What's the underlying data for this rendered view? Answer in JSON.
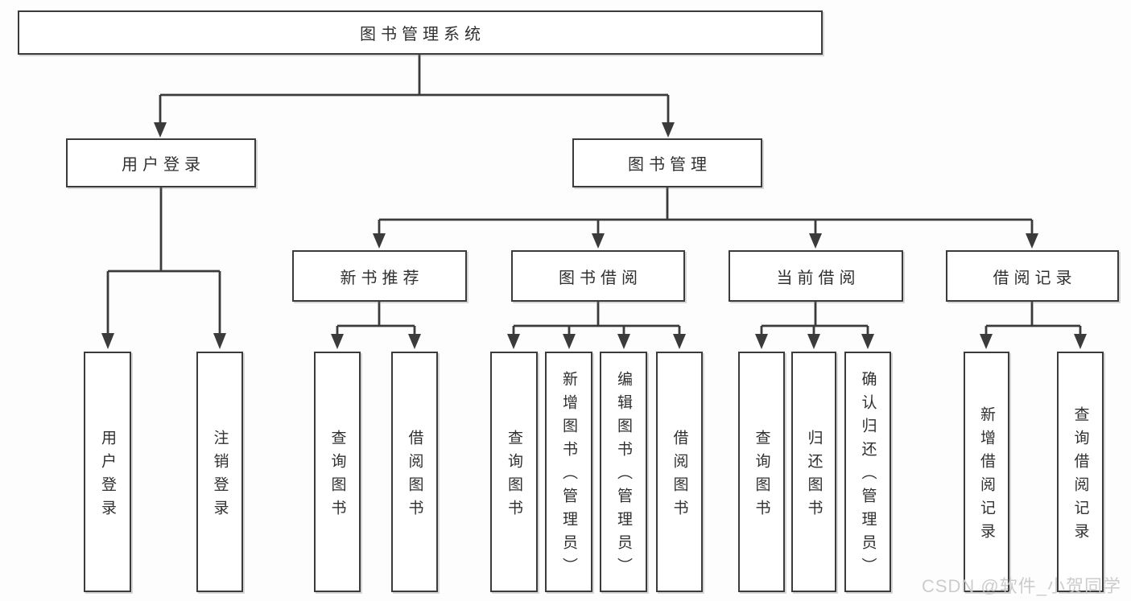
{
  "tree": {
    "root": "图书管理系统",
    "branches": [
      {
        "label": "用户登录",
        "leaves": [
          "用户登录",
          "注销登录"
        ]
      },
      {
        "label": "图书管理",
        "sections": [
          {
            "label": "新书推荐",
            "leaves": [
              "查询图书",
              "借阅图书"
            ]
          },
          {
            "label": "图书借阅",
            "leaves": [
              "查询图书",
              "新增图书（管理员）",
              "编辑图书（管理员）",
              "借阅图书"
            ]
          },
          {
            "label": "当前借阅",
            "leaves": [
              "查询图书",
              "归还图书",
              "确认归还（管理员）"
            ]
          },
          {
            "label": "借阅记录",
            "leaves": [
              "新增借阅记录",
              "查询借阅记录"
            ]
          }
        ]
      }
    ]
  },
  "watermark": {
    "text": "CSDN @软件_小贺同学"
  },
  "colors": {
    "line": "#3b3b3b",
    "box_border": "#3b3b3b",
    "box_fill": "#ffffff",
    "text": "#303030",
    "watermark": "#c8c8c8",
    "background": "#fdfdfd"
  }
}
